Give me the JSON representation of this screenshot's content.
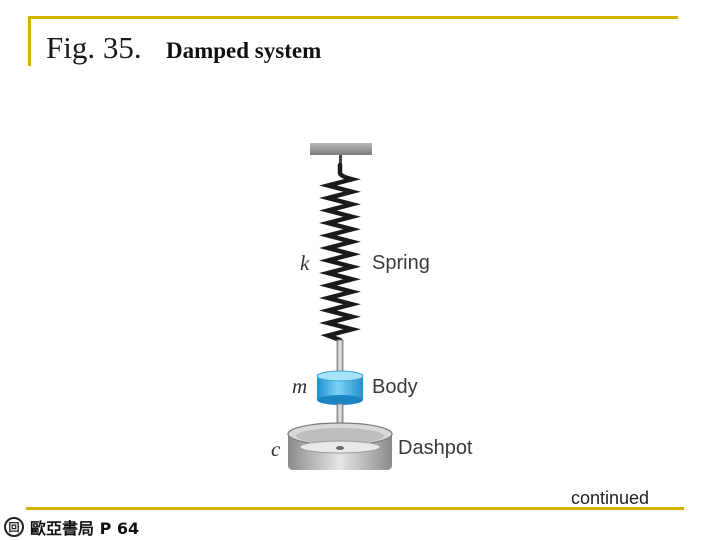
{
  "title": {
    "figure": "Fig. 35.",
    "caption": "Damped system"
  },
  "diagram": {
    "symbols": {
      "spring": "k",
      "body": "m",
      "dashpot": "c"
    },
    "labels": {
      "spring": "Spring",
      "body": "Body",
      "dashpot": "Dashpot"
    },
    "colors": {
      "body": "#3fb4e6",
      "support": "#8f8f8f",
      "dashpot": "#c9c9c9",
      "accent": "#d4b100"
    }
  },
  "footer": {
    "continued": "continued",
    "publisher": "歐亞書局 P 64",
    "logo_glyph": "回"
  }
}
